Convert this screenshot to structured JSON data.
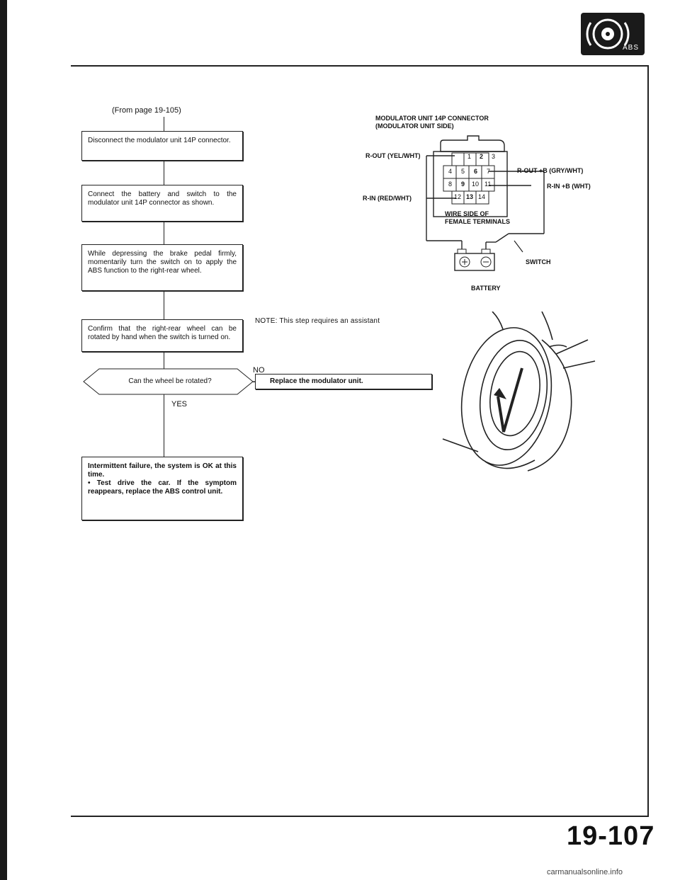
{
  "header": {
    "abs_icon_label": "ABS"
  },
  "flow": {
    "from": "(From page 19-105)",
    "steps": [
      "Disconnect the modulator unit 14P connector.",
      "Connect the battery and switch to the modulator unit 14P connector as shown.",
      "While depressing the brake pedal firmly, momentarily turn the switch on to apply the ABS function to the right-rear wheel.",
      "Confirm that the right-rear wheel can be rotated by hand when the switch is turned on."
    ],
    "decision": "Can the wheel be rotated?",
    "no_label": "NO",
    "no_action": "Replace the modulator unit.",
    "yes_label": "YES",
    "final": "Intermittent failure, the system is OK at this time.\n• Test drive the car. If the symptom reappears, replace the ABS control unit."
  },
  "diagram": {
    "title_line1": "MODULATOR UNIT 14P CONNECTOR",
    "title_line2": "(MODULATOR UNIT SIDE)",
    "pins_row1": [
      "1",
      "2",
      "3"
    ],
    "pins_row2": [
      "4",
      "5",
      "6",
      "7"
    ],
    "pins_row3": [
      "8",
      "9",
      "10",
      "11"
    ],
    "pins_row4": [
      "12",
      "13",
      "14"
    ],
    "label_rout": "R-OUT (YEL/WHT)",
    "label_rin": "R-IN (RED/WHT)",
    "label_rout_b": "R-OUT +B (GRY/WHT)",
    "label_rin_b": "R-IN +B (WHT)",
    "wire_side_line1": "WIRE SIDE OF",
    "wire_side_line2": "FEMALE TERMINALS",
    "switch": "SWITCH",
    "battery": "BATTERY",
    "note": "NOTE: This step requires an assistant"
  },
  "footer": {
    "page_number": "19-107",
    "watermark": "carmanualsonline.info"
  }
}
